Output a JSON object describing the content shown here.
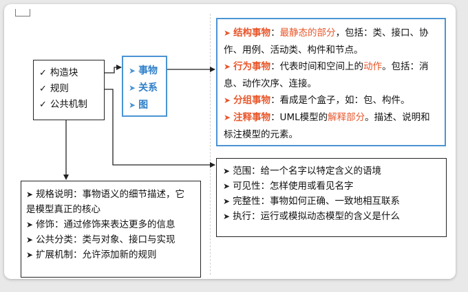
{
  "left_box": {
    "items": [
      "构造块",
      "规则",
      "公共机制"
    ],
    "check_glyph": "✓"
  },
  "mid_box": {
    "arrow_glyph": "➤",
    "items": [
      "事物",
      "关系",
      "图"
    ]
  },
  "things_box": {
    "arrow_glyph": "➤",
    "structural": {
      "title": "结构事物",
      "colon": "：",
      "highlight": "最静态的部分",
      "rest_line1": "，包括：类、接口、协",
      "line2": "作、用例、活动类、构件和节点。"
    },
    "behavioral": {
      "title": "行为事物",
      "pre": "：代表时间和空间上的",
      "highlight": "动作",
      "rest_line1": "。包括：消",
      "line2": "息、动作次序、连接。"
    },
    "grouping": {
      "title": "分组事物",
      "rest": "：看成是个盒子，如：包、构件。"
    },
    "annotational": {
      "title": "注释事物",
      "pre": "：UML模型的",
      "highlight": "解释部分",
      "rest_line1": "。描述、说明和",
      "line2": "标注模型的元素。"
    },
    "colors": {
      "accent": "#e8562a",
      "border": "#4a93d3"
    }
  },
  "mechanisms_box": {
    "arrow_glyph": "➤",
    "spec_line1": "规格说明：事物语义的细节描述，它",
    "spec_line2": "是模型真正的核心",
    "items": [
      "修饰：通过修饰来表达更多的信息",
      "公共分类：类与对象、接口与实现",
      "扩展机制：允许添加新的规则"
    ]
  },
  "rules_box": {
    "arrow_glyph": "➤",
    "items": [
      "范围：给一个名字以特定含义的语境",
      "可见性：怎样使用或看见名字",
      "完整性：事物如何正确、一致地相互联系",
      "执行：运行或模拟动态模型的含义是什么"
    ]
  }
}
